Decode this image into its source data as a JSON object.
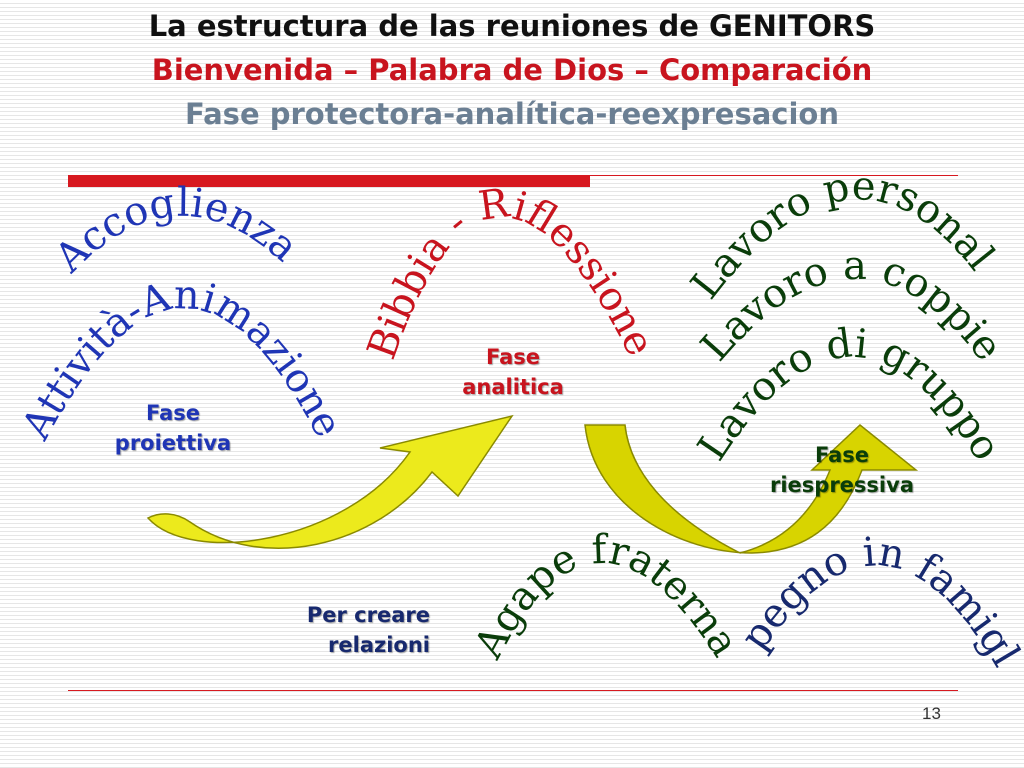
{
  "header": {
    "title": "La estructura de las reuniones de GENITORS",
    "subtitle": "Bienvenida – Palabra de Dios – Comparación",
    "phases_line": "Fase protectora-analítica-reexpresacion"
  },
  "arc_labels": {
    "accoglienza": "Accoglienza",
    "animazione": "Attività-Animazione",
    "bibbia": "Bibbia - Riflessione",
    "lavoro_personale": "Lavoro personale",
    "lavoro_coppie": "Lavoro a coppie",
    "lavoro_gruppo": "Lavoro di gruppo",
    "agape": "Agape fraterna",
    "impegno": "Impegno in famiglia"
  },
  "phases": {
    "proiettiva_1": "Fase",
    "proiettiva_2": "proiettiva",
    "analitica_1": "Fase",
    "analitica_2": "analitica",
    "riespressiva_1": "Fase",
    "riespressiva_2": "riespressiva"
  },
  "note": {
    "line1": "Per creare",
    "line2": "relazioni"
  },
  "slide_number": "13",
  "colors": {
    "blue_text": "#1f35b5",
    "red_text": "#c8141e",
    "green_text": "#0a3d0a",
    "arrow_fill": "#ecea1c",
    "rule_red": "#d71920"
  },
  "icons": [
    "curved-arrow-icon",
    "u-turn-arrow-icon"
  ]
}
